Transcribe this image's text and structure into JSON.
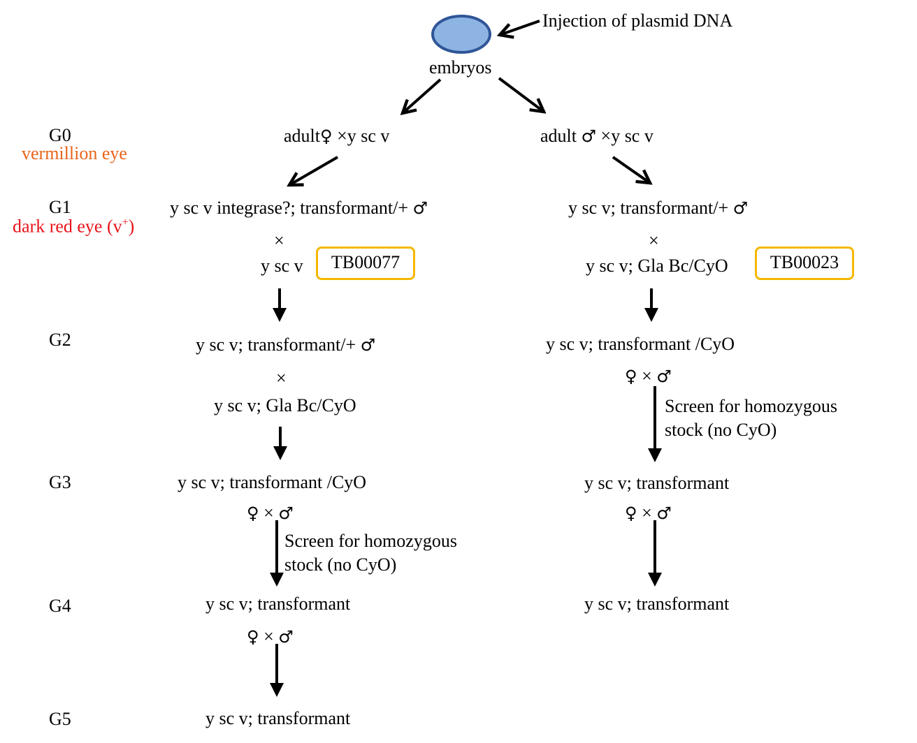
{
  "top": {
    "injection_label": "Injection of plasmid DNA",
    "embryos_label": "embryos"
  },
  "generations": {
    "g0": "G0",
    "g0_phenotype": "vermillion eye",
    "g1": "G1",
    "g1_phenotype_main": "dark red eye (v",
    "g1_phenotype_sup": "+",
    "g1_phenotype_end": ")",
    "g2": "G2",
    "g3": "G3",
    "g4": "G4",
    "g5": "G5"
  },
  "symbols": {
    "female": "♀",
    "male": "♂",
    "cross": "×"
  },
  "left": {
    "g0_cross_pre": "adult",
    "g0_cross_post": "y sc v",
    "g1_line1": "y sc v integrase?; transformant/+",
    "g1_line2": "y sc v",
    "stock_id": "TB00077",
    "g2_line1": "y sc v; transformant/+",
    "g2_line2": "y sc v; Gla Bc/CyO",
    "g3_line": "y sc v; transformant /CyO",
    "screen_line1": "Screen for homozygous",
    "screen_line2": "stock (no CyO)",
    "g4_line": "y sc v; transformant",
    "g5_line": "y sc v; transformant"
  },
  "right": {
    "g0_cross_pre": "adult",
    "g0_cross_post": "y sc v",
    "g1_line1": "y sc v; transformant/+",
    "g1_line2": "y sc v; Gla Bc/CyO",
    "stock_id": "TB00023",
    "g2_line": "y sc v; transformant /CyO",
    "screen_line1": "Screen for homozygous",
    "screen_line2": "stock (no CyO)",
    "g3_line": "y sc v; transformant",
    "g4_line": "y sc v; transformant"
  },
  "colors": {
    "embryo_fill": "#8eb4e3",
    "embryo_stroke": "#2f5597",
    "box_border": "#f5b800",
    "vermillion_text": "#e8641b",
    "dark_red_text": "#e8131b"
  }
}
